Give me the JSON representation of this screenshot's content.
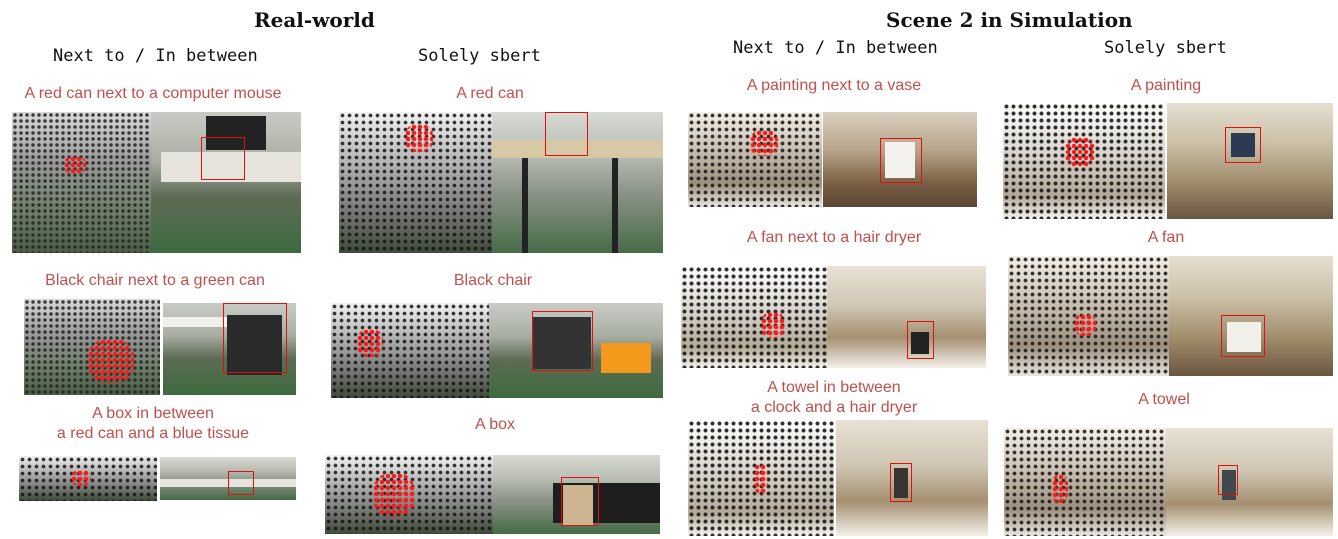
{
  "sections": {
    "real_world": {
      "title": "Real-world",
      "col_left_title": "Next to / In between",
      "col_right_title": "Solely sbert",
      "rows": [
        {
          "left_caption": "A red can next to a computer mouse",
          "right_caption": "A red can"
        },
        {
          "left_caption": "Black chair next to a green can",
          "right_caption": "Black chair"
        },
        {
          "left_caption_line1": "A box in between",
          "left_caption_line2": "a red can and a blue tissue",
          "right_caption": "A box"
        }
      ]
    },
    "simulation": {
      "title": "Scene 2 in Simulation",
      "col_left_title": "Next to / In between",
      "col_right_title": "Solely sbert",
      "rows": [
        {
          "left_caption": "A painting next to a vase",
          "right_caption": "A painting"
        },
        {
          "left_caption": "A fan next to a hair dryer",
          "right_caption": "A fan"
        },
        {
          "left_caption_line1": "A towel in between",
          "left_caption_line2": "a clock and a hair dryer",
          "right_caption": "A towel"
        }
      ]
    }
  },
  "colors": {
    "caption": "#c0504d",
    "bbox": "#e01010",
    "highlight_points": "#ff1a1a"
  }
}
